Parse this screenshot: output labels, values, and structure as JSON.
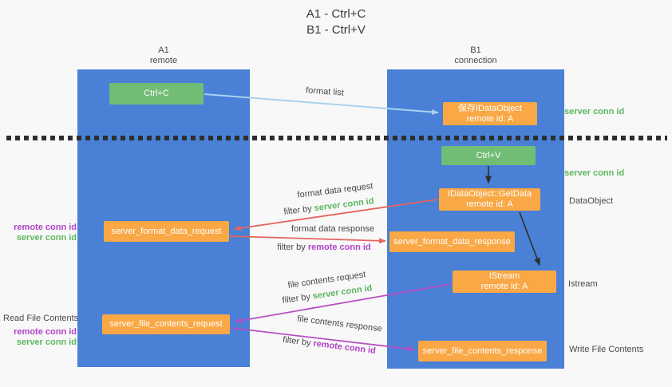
{
  "title": {
    "line1": "A1 - Ctrl+C",
    "line2": "B1 - Ctrl+V"
  },
  "lifelines": {
    "a1": {
      "name": "A1",
      "role": "remote"
    },
    "b1": {
      "name": "B1",
      "role": "connection"
    }
  },
  "nodes": {
    "ctrl_c": {
      "label": "Ctrl+C"
    },
    "ctrl_v": {
      "label": "Ctrl+V"
    },
    "save_dataobject": {
      "line1": "保存IDataObject",
      "line2": "remote id: A"
    },
    "getdata": {
      "line1": "IDataObject::GetData",
      "line2": "remote id: A"
    },
    "istream": {
      "line1": "IStream",
      "line2": "remote id: A"
    },
    "format_request": {
      "label": "server_format_data_request"
    },
    "format_response": {
      "label": "server_format_data_response"
    },
    "file_request": {
      "label": "server_file_contents_request"
    },
    "file_response": {
      "label": "server_file_contents_response"
    }
  },
  "edges": {
    "format_list": "format list",
    "format_data_request": "format data request",
    "format_data_response": "format data response",
    "file_contents_request": "file contents request",
    "file_contents_response": "file contents response",
    "filter_by": "filter by",
    "server_conn_id": "server conn id",
    "remote_conn_id": "remote conn id"
  },
  "annotations": {
    "server_conn_id_top": "server conn id",
    "server_conn_id_mid": "server conn id",
    "dataobject": "DataObject",
    "istream": "Istream",
    "write_file_contents": "Write File Contents",
    "read_file_contents": "Read File Contents",
    "format_remote_conn_id": "remote conn id",
    "format_server_conn_id": "server conn id",
    "file_remote_conn_id": "remote conn id",
    "file_server_conn_id": "server conn id"
  },
  "colors": {
    "column_blue": "#4a80d6",
    "box_green": "#72bd75",
    "box_orange": "#f9a845",
    "arrow_red": "#e5655e",
    "arrow_purple": "#b84fc4",
    "arrow_blue": "#a9d2f0",
    "arrow_black": "#2f2f2f",
    "text_green": "#5cb75f",
    "text_purple": "#b243c8",
    "text_gray": "#4a4a4a",
    "background": "#f8f8f8"
  }
}
